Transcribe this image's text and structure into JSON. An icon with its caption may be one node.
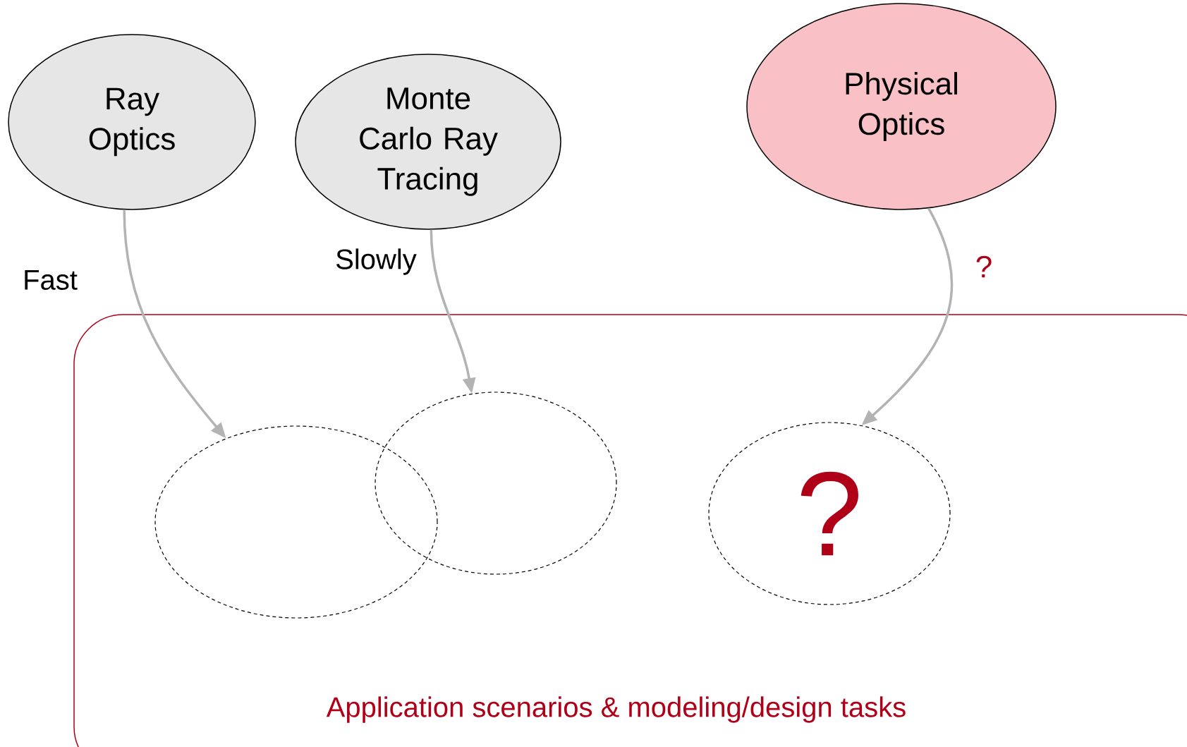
{
  "diagram": {
    "nodes": [
      {
        "text": [
          "Ray Optics"
        ]
      },
      {
        "text": [
          "Monte Carlo Ray Tracing"
        ]
      },
      {
        "text": [
          "Physical Optics"
        ]
      },
      {
        "text": [
          "Application scenarios & modeling/design tasks"
        ]
      },
      {
        "text": [],
        "shape": "ellipse",
        "in": 3
      },
      {
        "text": [],
        "shape": "ellipse",
        "in": 3
      },
      {
        "text": [
          "?"
        ],
        "in": 3
      }
    ],
    "edges": [
      {
        "from": 0,
        "to": 4,
        "arrow": "to",
        "label": "Fast"
      },
      {
        "from": 1,
        "to": 5,
        "arrow": "to",
        "label": "Slowly"
      },
      {
        "from": 2,
        "to": 6,
        "arrow": "to",
        "label": "?"
      }
    ]
  }
}
